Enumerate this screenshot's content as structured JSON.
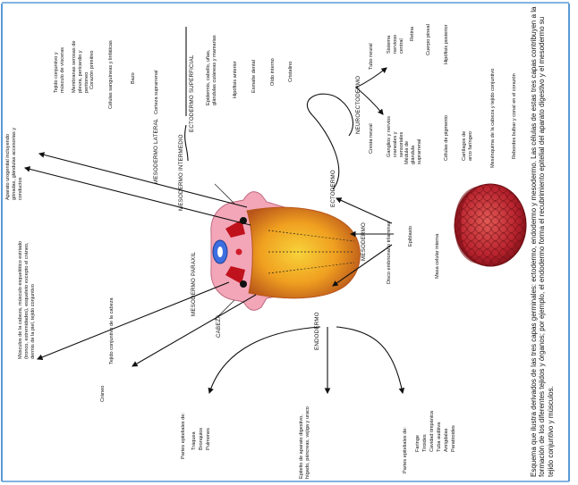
{
  "layers": {
    "ectodermo": "ECTODERMO",
    "mesodermo": "MESODERMO",
    "endodermo": "ENDODERMO",
    "ectodermo_superficial": "ECTODERMO SUPERFICIAL",
    "neuroectodermo": "NEUROECTODERMO",
    "mesodermo_lateral": "MESODERMO LATERAL",
    "mesodermo_intermedio": "MESODERMO INTERMEDIO",
    "mesodermo_paraxil": "MESODERMO PARAXIL",
    "cabeza": "CABEZA"
  },
  "center": {
    "disco": "Disco embrionario trilaminar",
    "epiblasto": "Epiblasto",
    "masa": "Masa celular interna"
  },
  "lateral_targets": [
    "Tejido conjuntivo y músculo de vísceras",
    "Membranas serosas de pleura, pericardio y peritoneo",
    "Corazón primitivo",
    "Células sanguíneas y linfáticas",
    "Bazo",
    "Corteza suprarrenal"
  ],
  "superficial_targets": [
    "Epidermis, cabello, uñas, glándulas cutáneas y mamarias",
    "Hipófisis anterior",
    "Esmalte dental",
    "Oído interno",
    "Cristalino"
  ],
  "intermedio_target": "Aparato urogenital incluyendo gónadas, glándulas accesorias y conductos",
  "tubo_neural": {
    "label": "Tubo neural",
    "targets": [
      "Sistema nervioso central",
      "Retina",
      "Cuerpo pineal",
      "Hipófisis posterior"
    ]
  },
  "cresta_neural": {
    "label": "Cresta neural",
    "targets": [
      "Ganglios y nervios craneales y sensoriales",
      "Médula de glándula suprarrenal",
      "Células de pigmento",
      "Cartílagos de arco faríngeo",
      "Mesénquima de la cabeza y tejido conjuntivo",
      "Rebordes bulbar y conal en el corazón"
    ]
  },
  "paraxil_target": "Músculos de la cabeza, músculo esquelético estriado (tronco, extremidades), esqueleto excepto el cráneo, dermis de la piel, tejido conjuntivo",
  "cabeza_target": "Tejido conjuntivo de la cabeza",
  "craneo": "Cráneo",
  "endo_targets": {
    "epitelial_1": {
      "title": "Partes epiteliales de:",
      "items": [
        "Tráquea",
        "Bronquios",
        "Pulmones"
      ]
    },
    "digestivo": "Epitelio de aparato digestivo, hígado, páncreas, vejiga y uraco",
    "epitelial_2": {
      "title": "Partes epiteliales de:",
      "items": [
        "Faringe",
        "Tiroides",
        "Cavidad timpánica",
        "Tuba auditiva",
        "Amígdalas",
        "Paratiroides"
      ]
    }
  },
  "caption": "Esquema que ilustra derivados de las tres capas germinales: ectodermo, endodermo y mesodermo. Las células de estas tres capas contribuyen a la formación de los diferentes tejidos y órganos; por ejemplo, el endodermo forma el recubrimiento epitelial del aparato digestivo y el mesodermo su tejido conjuntivo y músculos.",
  "colors": {
    "frame": "#5a9ad6",
    "disc_pink": "#f2a6b8",
    "yolk_orange": "#f0a020",
    "yolk_dark": "#c9681a",
    "neural_blue": "#3d6fe0",
    "blastocyst_red": "#b8232e"
  }
}
